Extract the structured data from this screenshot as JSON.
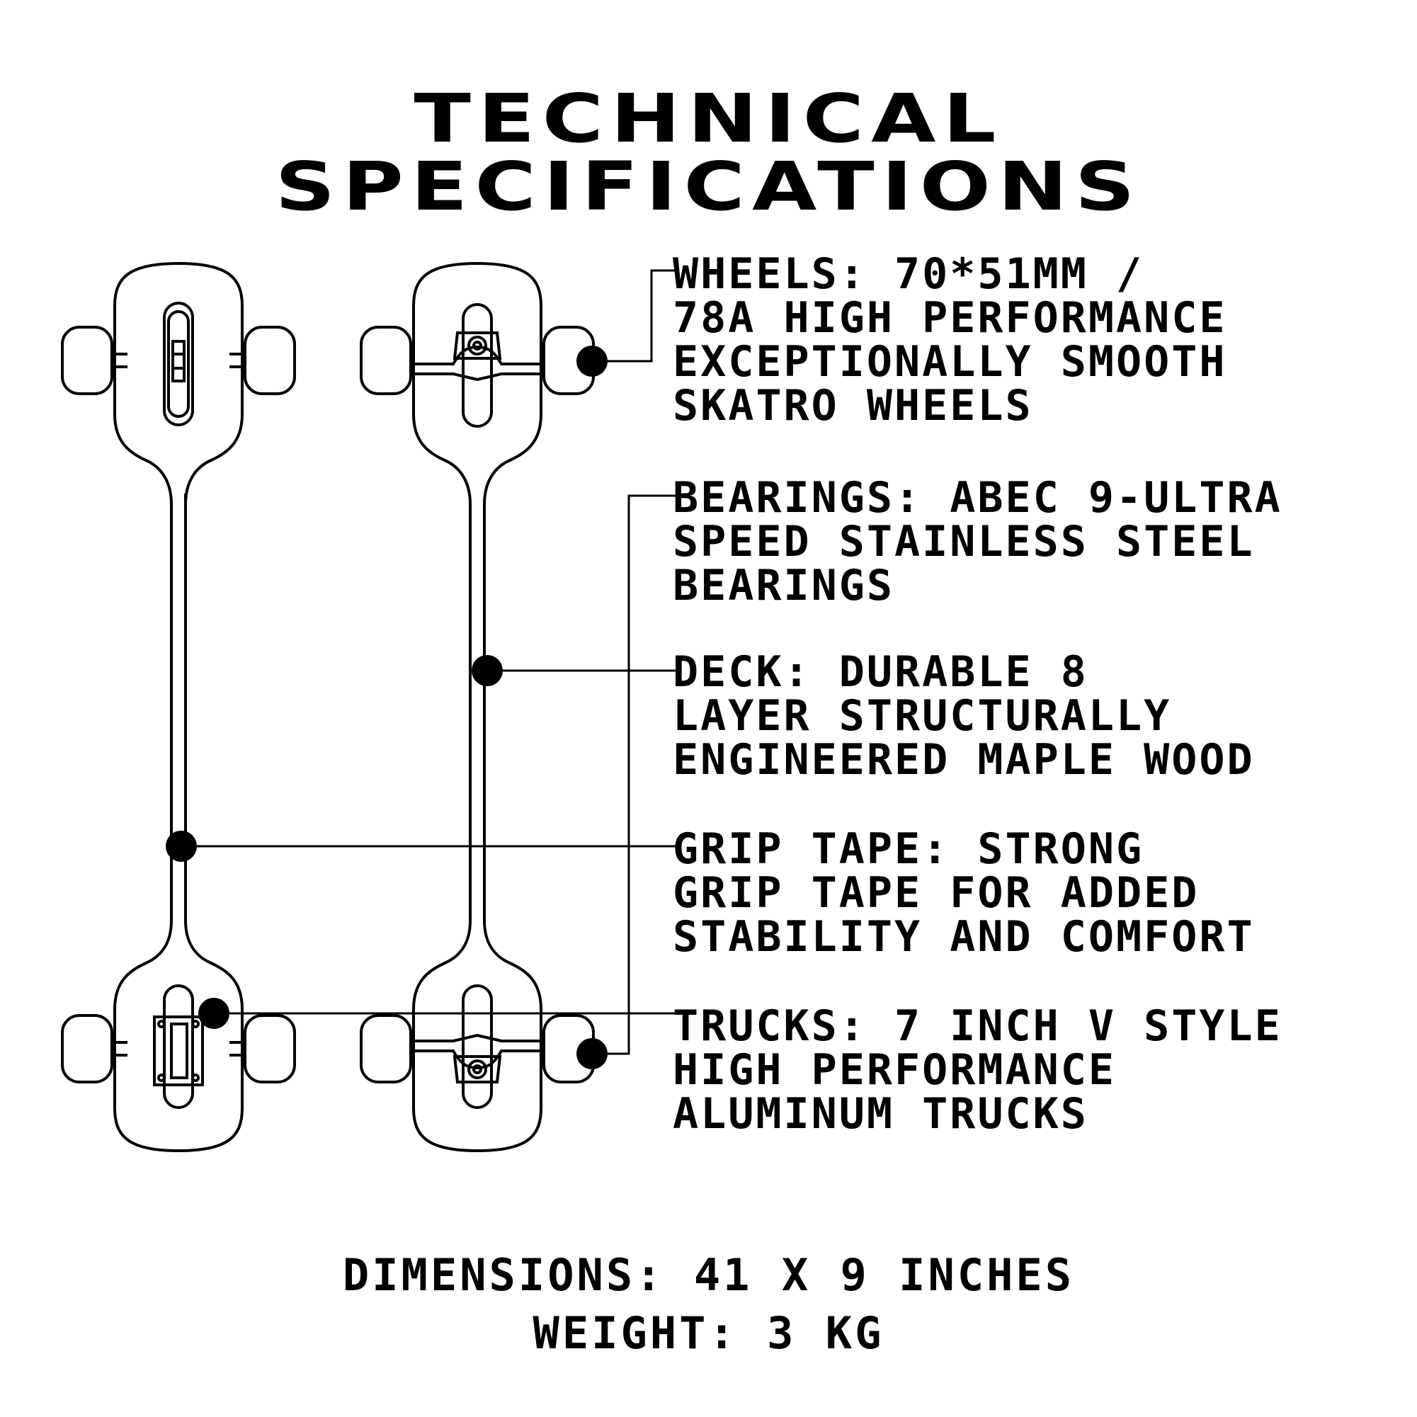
{
  "title": "TECHNICAL SPECIFICATIONS",
  "specs": {
    "wheels": [
      "WHEELS: 70*51MM /",
      "78A HIGH PERFORMANCE",
      "EXCEPTIONALLY SMOOTH",
      "SKATRO WHEELS"
    ],
    "bearings": [
      "BEARINGS: ABEC 9-ULTRA",
      "SPEED STAINLESS STEEL",
      "BEARINGS"
    ],
    "deck": [
      "DECK: DURABLE 8",
      "LAYER STRUCTURALLY",
      "ENGINEERED MAPLE WOOD"
    ],
    "grip": [
      "GRIP TAPE: STRONG",
      "GRIP TAPE FOR ADDED",
      "STABILITY AND COMFORT"
    ],
    "trucks": [
      "TRUCKS: 7 INCH V STYLE",
      "HIGH PERFORMANCE",
      "ALUMINUM TRUCKS"
    ]
  },
  "footer": {
    "dimensions": "DIMENSIONS: 41 X 9 INCHES",
    "weight": "WEIGHT: 3 KG"
  },
  "colors": {
    "ink": "#000000",
    "background": "#ffffff"
  }
}
